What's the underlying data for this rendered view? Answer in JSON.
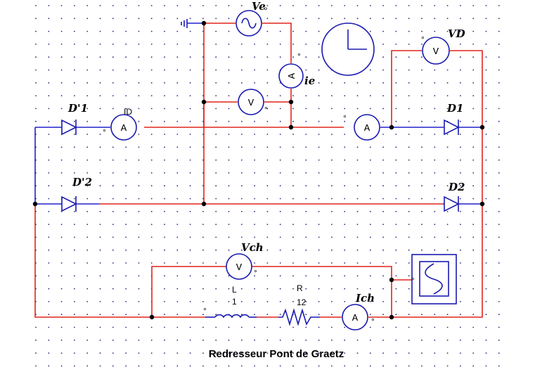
{
  "diagram": {
    "title": "Redresseur Pont de Graetz",
    "labels": {
      "source_voltage": "Ve",
      "source_current": "ie",
      "diode_voltage": "VD",
      "diode_1": "D1",
      "diode_2": "D2",
      "diode_prime_1": "D'1",
      "diode_prime_2": "D'2",
      "diode_current": "ID",
      "load_voltage": "Vch",
      "load_current": "Ich",
      "inductor_name": "L",
      "inductor_value": "1",
      "resistor_name": "R",
      "resistor_value": "12"
    },
    "meter_letters": {
      "ammeter": "A",
      "voltmeter": "V"
    },
    "colors": {
      "wire_red": "#e1251b",
      "wire_blue": "#2222cc",
      "component": "#1a1ab0",
      "grid_dot": "#2a2a7a"
    }
  }
}
